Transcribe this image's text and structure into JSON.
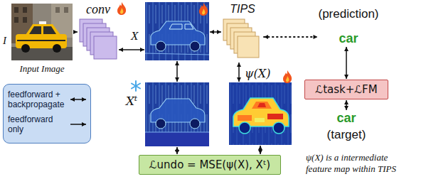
{
  "diagram": {
    "nodes": [
      {
        "text": [
          "I",
          "Input Image"
        ]
      },
      {
        "text": [
          "conv"
        ]
      },
      {
        "text": [
          "X"
        ]
      },
      {
        "text": [
          "TIPS"
        ]
      },
      {
        "text": [
          "(prediction)",
          "car"
        ]
      },
      {
        "text": [
          "ℒtask+ℒFM"
        ]
      },
      {
        "text": [
          "car",
          "(target)"
        ]
      },
      {
        "text": [
          "Xᵗ"
        ]
      },
      {
        "text": [
          "ψ(X)"
        ]
      },
      {
        "text": [
          "ℒundo = MSE(ψ(X), Xᵗ)"
        ]
      }
    ],
    "edges": [
      {
        "from": 0,
        "to": 1,
        "arrow": "to"
      },
      {
        "from": 1,
        "to": 2,
        "arrow": "both"
      },
      {
        "from": 2,
        "to": 3,
        "arrow": "both"
      },
      {
        "from": 3,
        "to": 4,
        "arrow": "both"
      },
      {
        "from": 4,
        "to": 5,
        "arrow": "both"
      },
      {
        "from": 5,
        "to": 6,
        "arrow": "both"
      },
      {
        "from": 2,
        "to": 7,
        "arrow": "both"
      },
      {
        "from": 3,
        "to": 8,
        "arrow": "both"
      },
      {
        "from": 7,
        "to": 9,
        "arrow": "both"
      },
      {
        "from": 8,
        "to": 9,
        "arrow": "both"
      }
    ],
    "labels": [
      "ψ(X) is a intermediate feature map within TIPS"
    ],
    "legend": [
      {
        "text": "feedforward + backpropagate"
      },
      {
        "text": "feedforward only"
      }
    ]
  }
}
